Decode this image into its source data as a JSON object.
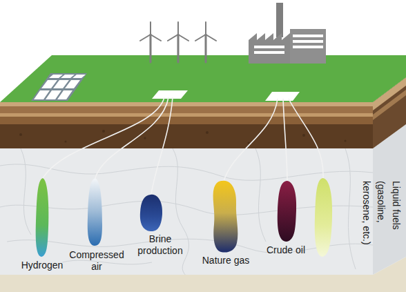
{
  "diagram": {
    "labels": [
      "Hydrogen",
      "Compressed air",
      "Brine production",
      "Nature gas",
      "Crude oil",
      "Liquid fuels (gasoline, kerosene, etc.)"
    ]
  }
}
